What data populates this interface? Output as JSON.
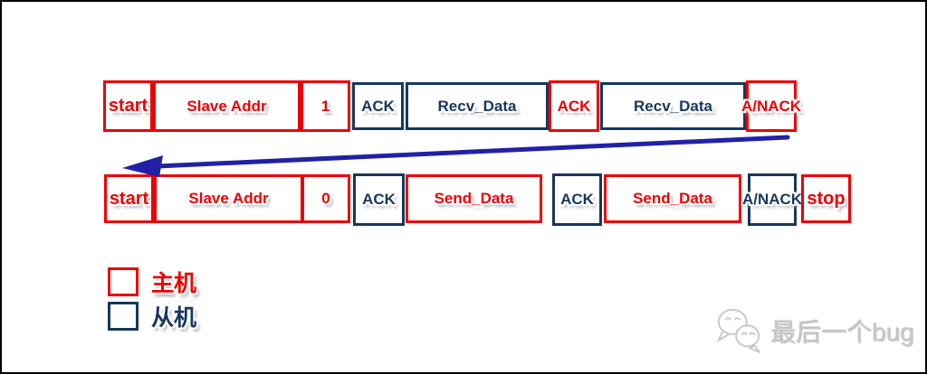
{
  "colors": {
    "master_red": "#ee0000",
    "slave_blue": "#17375e",
    "arrow_blue": "#2121a8",
    "watermark_gray": "#c9c9c9"
  },
  "frames": {
    "read_frame": {
      "cells": [
        {
          "label": "start",
          "side": "master"
        },
        {
          "label": "Slave Addr",
          "side": "master"
        },
        {
          "label": "1",
          "side": "master"
        },
        {
          "label": "ACK",
          "side": "slave"
        },
        {
          "label": "Recv_Data",
          "side": "slave"
        },
        {
          "label": "ACK",
          "side": "master"
        },
        {
          "label": "Recv_Data",
          "side": "slave"
        },
        {
          "label": "A/NACK",
          "side": "master"
        }
      ]
    },
    "write_frame": {
      "cells": [
        {
          "label": "start",
          "side": "master"
        },
        {
          "label": "Slave Addr",
          "side": "master"
        },
        {
          "label": "0",
          "side": "master"
        },
        {
          "label": "ACK",
          "side": "slave"
        },
        {
          "label": "Send_Data",
          "side": "master"
        },
        {
          "label": "ACK",
          "side": "slave"
        },
        {
          "label": "Send_Data",
          "side": "master"
        },
        {
          "label": "A/NACK",
          "side": "slave"
        },
        {
          "label": "stop",
          "side": "master"
        }
      ]
    }
  },
  "legend": {
    "items": [
      {
        "label": "主机",
        "side": "master"
      },
      {
        "label": "从机",
        "side": "slave"
      }
    ]
  },
  "watermark": {
    "icon": "wechat-icon",
    "text": "最后一个bug"
  }
}
